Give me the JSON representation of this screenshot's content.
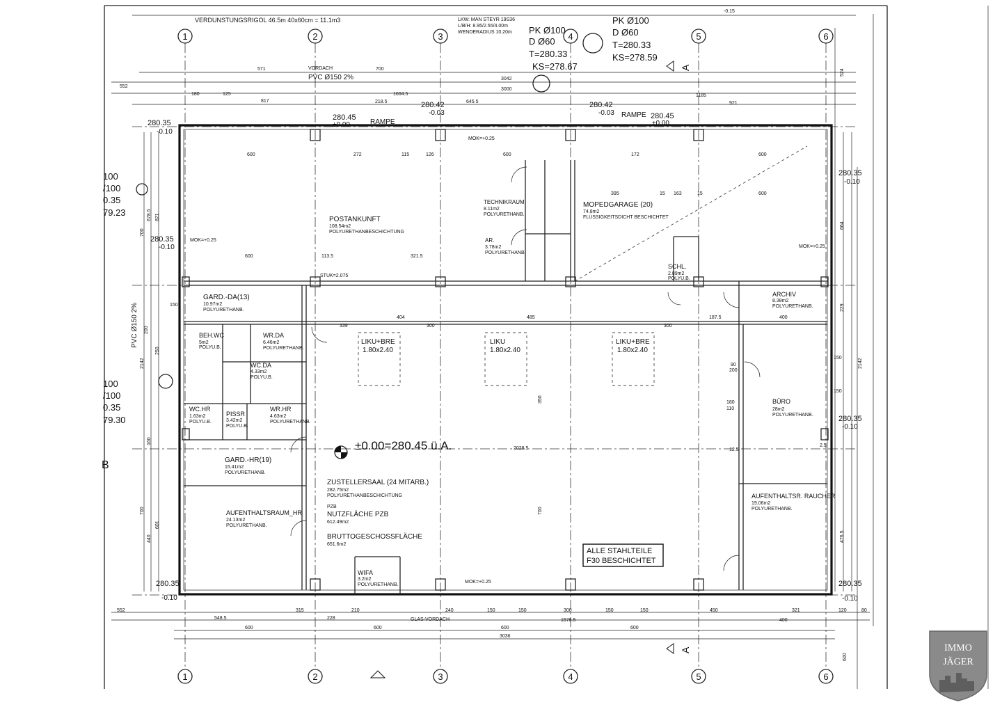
{
  "header": {
    "rigol": "VERDUNSTUNGSRIGOL 46.5m 40x60cm = 11.1m3",
    "lkw1": "LKW: MAN STEYR 19S36",
    "lkw2": "L/B/H: 8.95/2.55/4.00m",
    "lkw3": "WENDERADIUS 10.20m",
    "vordach": "VORDACH",
    "pvc_top": "PVC Ø150 2%",
    "pk_left": "PK Ø100",
    "d_left": "D Ø60",
    "t_left": "T=280.33",
    "ks_left": "KS=278.67",
    "pk_right": "PK Ø100",
    "d_right": "D Ø60",
    "t_right": "T=280.33",
    "ks_right": "KS=278.59",
    "top_edge": "-0.15",
    "rampe1": "RAMPE",
    "rampe2": "RAMPE",
    "lvl_a": "280.45",
    "lvl_a2": "±0.00",
    "lvl_b": "280.42",
    "lvl_b2": "-0.03",
    "lvl_c": "280.42",
    "lvl_c2": "-0.03",
    "lvl_d": "280.45",
    "lvl_d2": "±0.00",
    "corner_tl": "280.35",
    "corner_tl2": "-0.10",
    "corner_tr": "280.35",
    "corner_tr2": "-0.10",
    "left_ml": "280.35",
    "left_ml2": "-0.10",
    "right_mr": "280.35",
    "right_mr2": "-0.10",
    "corner_bl": "280.35",
    "corner_bl2": "-0.10",
    "corner_br": "280.35",
    "corner_br2": "-0.10",
    "left_pvc": "PVC Ø150 2%",
    "left_a1": "100",
    "left_a2": "/100",
    "left_a3": "0.35",
    "left_a4": "79.23",
    "left_b1": "100",
    "left_b2": "/100",
    "left_b3": "0.35",
    "left_b4": "79.30",
    "left_edge": "B",
    "section_a": "A",
    "zero_level": "±0.00=280.45 ü.A.",
    "zero_dim": "2028.5",
    "total_dim": "3036",
    "glas_vordach": "GLAS-VORDACH",
    "steel1": "ALLE STAHLTEILE",
    "steel2": "F30 BESCHICHTET"
  },
  "axes": [
    "1",
    "2",
    "3",
    "4",
    "5",
    "6"
  ],
  "rooms": {
    "postankunft": {
      "name": "POSTANKUNFT",
      "area": "108.54m2",
      "finish": "POLYURETHANBESCHICHTUNG"
    },
    "technikraum": {
      "name": "TECHNIKRAUM",
      "area": "8.11m2",
      "finish": "POLYURETHANB."
    },
    "ar": {
      "name": "AR.",
      "area": "3.78m2",
      "finish": "POLYURETHANB."
    },
    "mopedgarage": {
      "name": "MOPEDGARAGE (20)",
      "area": "74.8m2",
      "finish": "FLÜSSIGKEITSDICHT BESCHICHTET"
    },
    "schl": {
      "name": "SCHL.",
      "area": "2.89m2",
      "finish": "POLYU.B."
    },
    "archiv": {
      "name": "ARCHIV",
      "area": "8.38m2",
      "finish": "POLYURETHANB."
    },
    "gard_da": {
      "name": "GARD.-DA(13)",
      "area": "10.97m2",
      "finish": "POLYURETHANB."
    },
    "beh_wc": {
      "name": "BEH.WC",
      "area": "5m2",
      "finish": "POLYU.B."
    },
    "wr_da": {
      "name": "WR.DA",
      "area": "6.46m2",
      "finish": "POLYURETHANB."
    },
    "wc_da": {
      "name": "WC.DA",
      "area": "4.33m2",
      "finish": "POLYU.B."
    },
    "wc_hr": {
      "name": "WC.HR",
      "area": "1.63m2",
      "finish": "POLYU.B."
    },
    "pissr": {
      "name": "PISSR",
      "area": "3.42m2",
      "finish": "POLYU.B."
    },
    "wr_hr": {
      "name": "WR.HR",
      "area": "4.63m2",
      "finish": "POLYURETHANB."
    },
    "gard_hr": {
      "name": "GARD.-HR(19)",
      "area": "15.41m2",
      "finish": "POLYURETHANB."
    },
    "aufenthalt": {
      "name": "AUFENTHALTSRAUM_HR",
      "area": "24.13m2",
      "finish": "POLYURETHANB."
    },
    "zustellersaal": {
      "name": "ZUSTELLERSAAL (24 MITARB.)",
      "area": "282.75m2",
      "finish": "POLYURETHANBESCHICHTUNG"
    },
    "nutzflaeche": {
      "prefix": "PZB",
      "name": "NUTZFLÄCHE PZB",
      "area": "612.49m2"
    },
    "brutto": {
      "name": "BRUTTOGESCHOSSFLÄCHE",
      "area": "651.6m2"
    },
    "wifa": {
      "name": "WIFA",
      "area": "3.2m2",
      "finish": "POLYURETHANB."
    },
    "buero": {
      "name": "BÜRO",
      "area": "28m2",
      "finish": "POLYURETHANB."
    },
    "raucher": {
      "name": "AUFENTHALTSR. RAUCHER",
      "area": "19.06m2",
      "finish": "POLYURETHANB."
    }
  },
  "fixtures": {
    "liku1a": "LIKU+BRE",
    "liku1b": "1.80x2.40",
    "liku2a": "LIKU",
    "liku2b": "1.80x2.40",
    "liku3a": "LIKU+BRE",
    "liku3b": "1.80x2.40",
    "stuk": "STUK=2.075",
    "mok1": "MOK=+0.25",
    "mok2": "MOK=+0.25",
    "mok3": "MOK=+0.25",
    "mok4": "MOK=+0.25"
  },
  "dims": {
    "top": [
      "571",
      "700",
      "3042",
      "3000",
      "817",
      "1604.5",
      "218.5",
      "645.5",
      "1185",
      "921",
      "552",
      "180",
      "125"
    ],
    "row1": [
      "600",
      "272",
      "115",
      "126",
      "600",
      "172",
      "600"
    ],
    "row2": [
      "600",
      "113.5",
      "321.5",
      "395",
      "15",
      "163",
      "15",
      "600"
    ],
    "row3": [
      "339",
      "404",
      "300",
      "485",
      "300",
      "187.5",
      "400"
    ],
    "bottom1": [
      "552",
      "548.5",
      "315",
      "228",
      "210",
      "240",
      "150",
      "150",
      "300",
      "150",
      "150",
      "450",
      "321",
      "120",
      "80"
    ],
    "bottom2": [
      "600",
      "600",
      "600",
      "1576.5",
      "600",
      "400"
    ],
    "left": [
      "821",
      "678.5",
      "700",
      "200",
      "2142",
      "601",
      "700",
      "440",
      "250",
      "160",
      "150"
    ],
    "right": [
      "524",
      "664",
      "229",
      "2142",
      "150",
      "150",
      "476.5",
      "600"
    ],
    "mid": [
      "350",
      "700",
      "90",
      "200",
      "180",
      "110",
      "12.5",
      "2.5"
    ]
  },
  "logo": {
    "line1": "IMMO",
    "line2": "JÄGER"
  }
}
